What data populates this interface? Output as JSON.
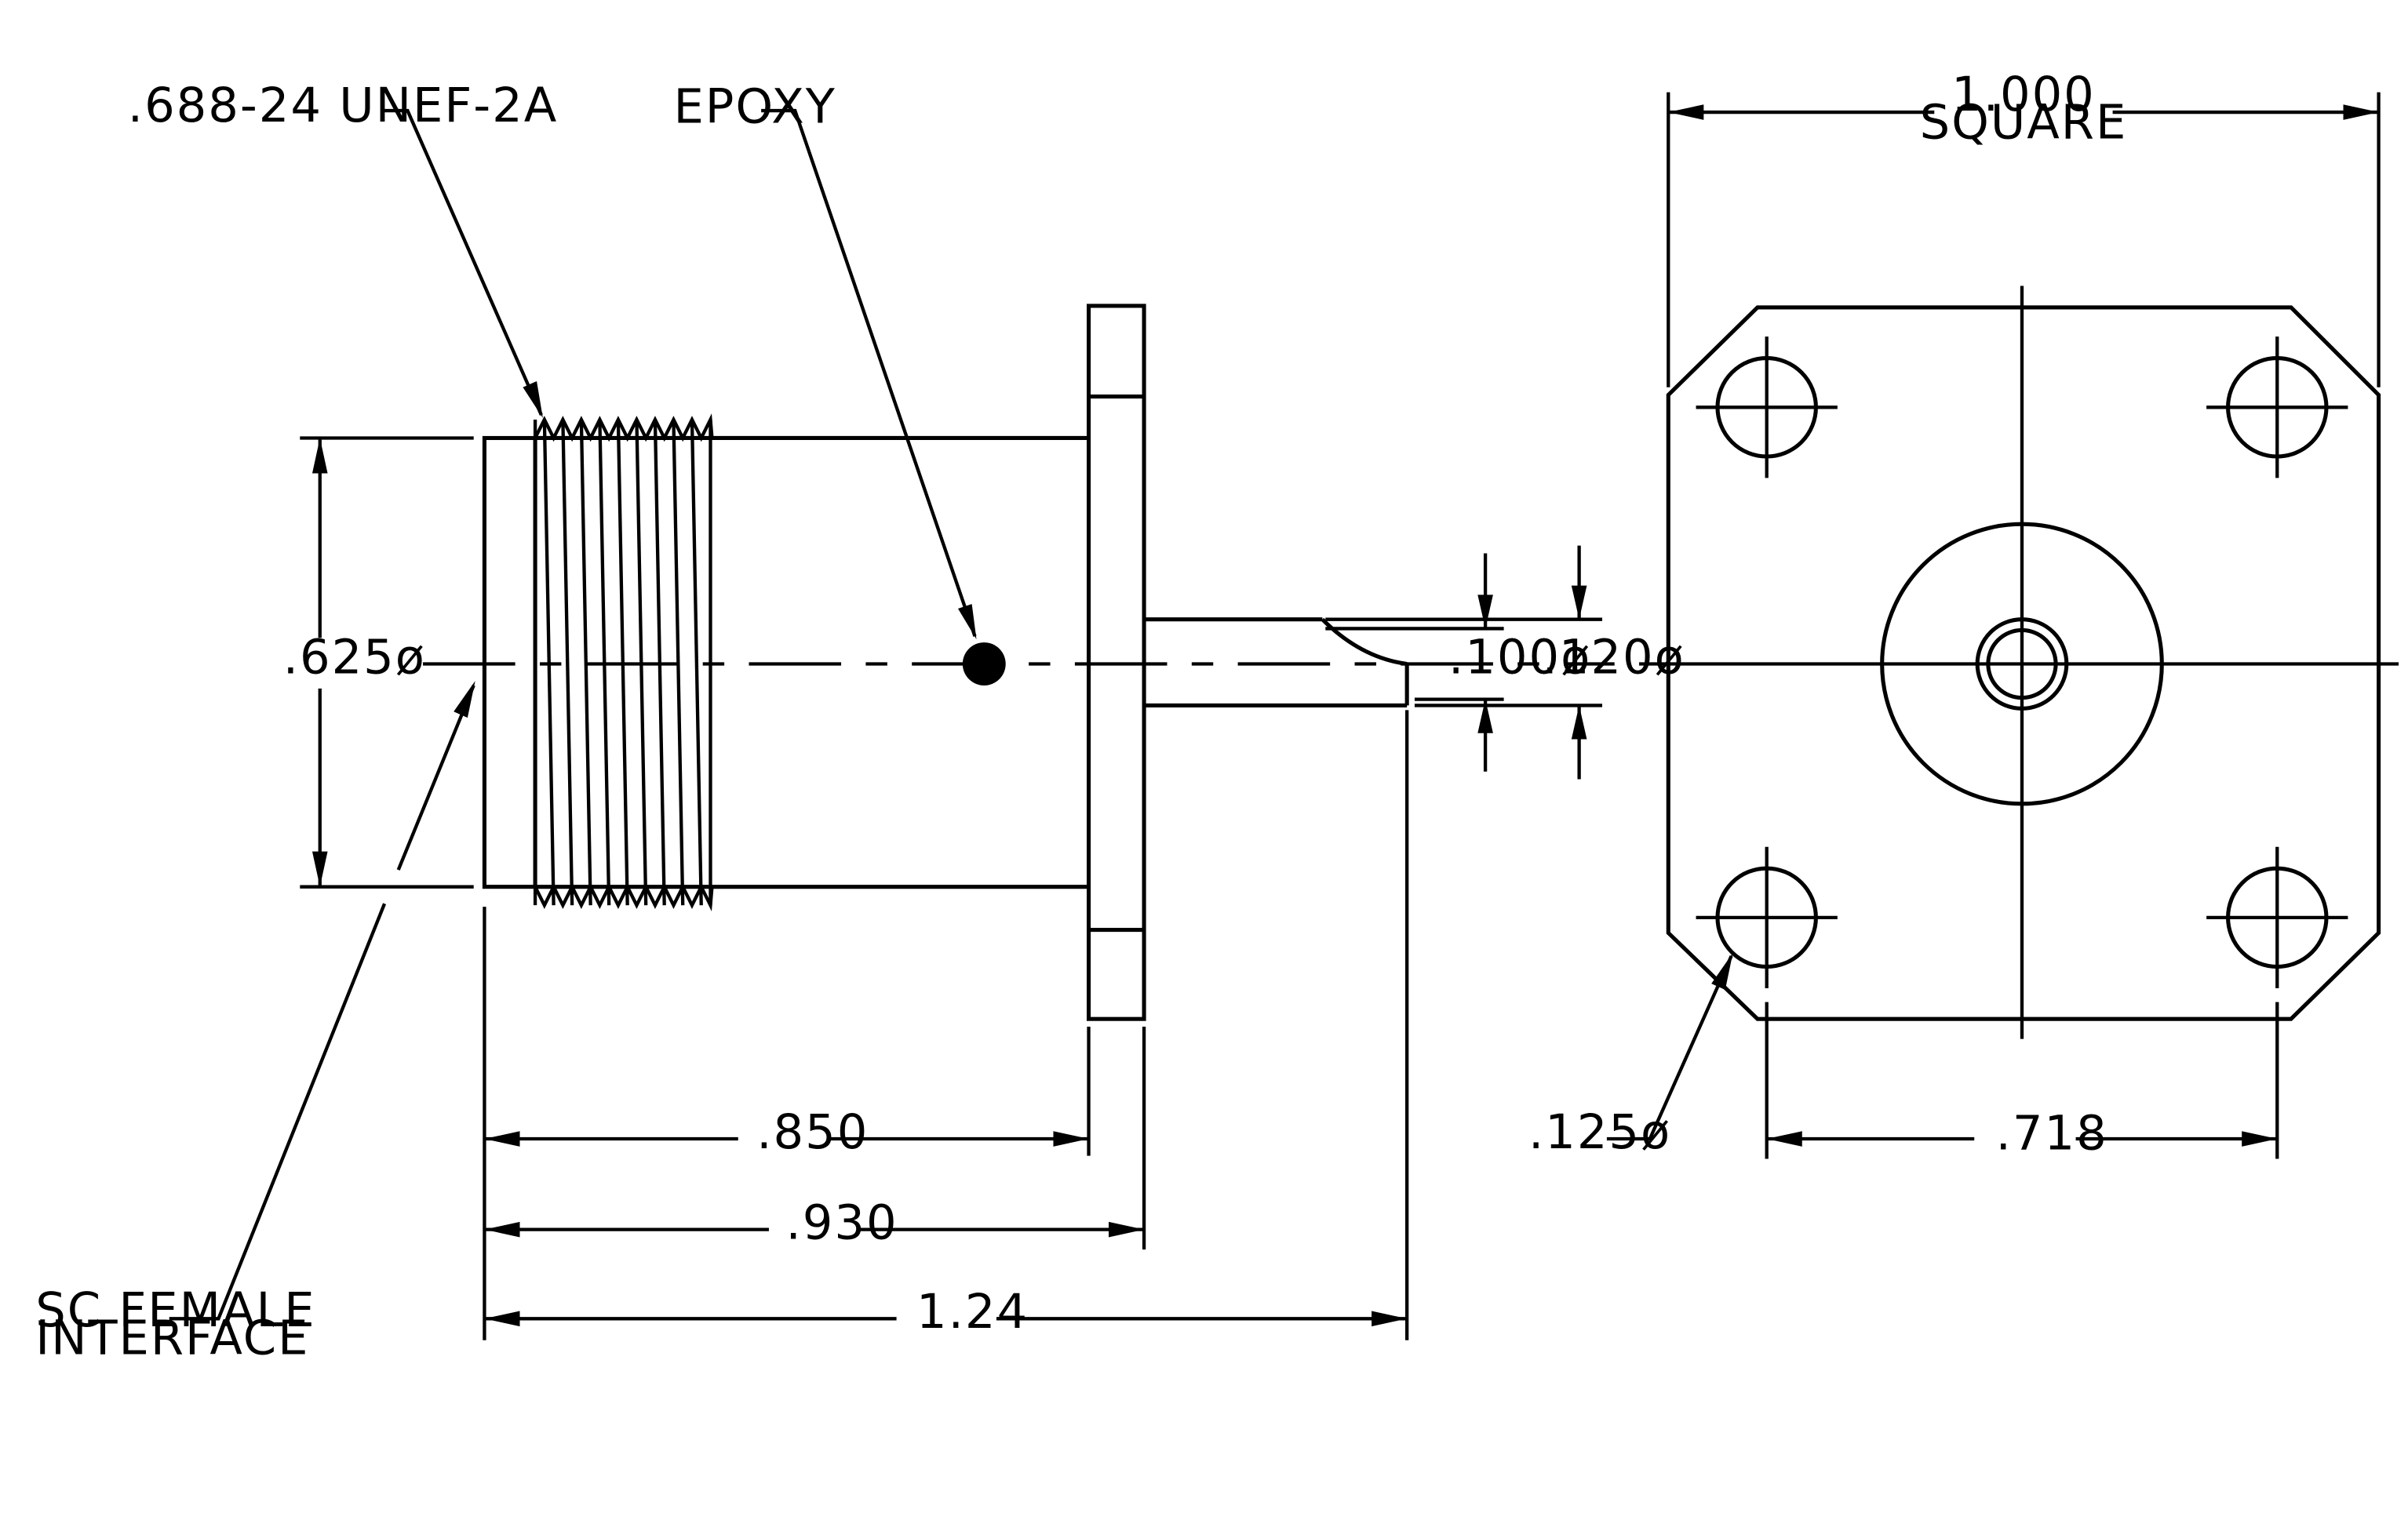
{
  "labels": {
    "thread_spec": ".688-24 UNEF-2A",
    "epoxy": "EPOXY",
    "body_dia": ".625ø",
    "sc_line1": "SC FEMALE",
    "sc_line2": "INTERFACE",
    "dim_850": ".850",
    "dim_930": ".930",
    "dim_124": "1.24",
    "pin_dia_1": ".100ø",
    "pin_dia_2": ".120ø",
    "flange_size_line1": "1.000",
    "flange_size_line2": "SQUARE",
    "hole_dia": ".125ø",
    "hole_spacing": ".718"
  }
}
